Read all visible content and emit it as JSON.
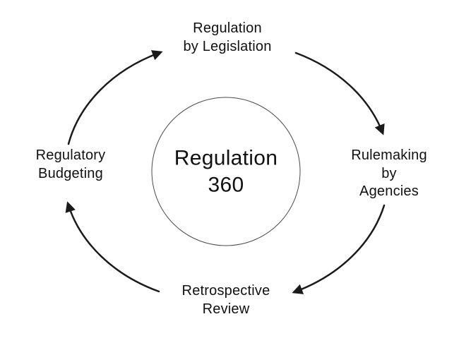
{
  "title": "Regulation 360 cycle diagram",
  "center": {
    "label": "Regulation\n360"
  },
  "nodes": {
    "top": {
      "label": "Regulation\nby Legislation"
    },
    "right": {
      "label": "Rulemaking\nby Agencies"
    },
    "bottom": {
      "label": "Retrospective\nReview"
    },
    "left": {
      "label": "Regulatory\nBudgeting"
    }
  },
  "flow": [
    {
      "from": "left",
      "to": "top"
    },
    {
      "from": "top",
      "to": "right"
    },
    {
      "from": "right",
      "to": "bottom"
    },
    {
      "from": "bottom",
      "to": "left"
    }
  ],
  "colors": {
    "arrow": "#1a1a1a",
    "circle_stroke": "#4a4a4a",
    "text": "#111111",
    "background": "#ffffff"
  }
}
